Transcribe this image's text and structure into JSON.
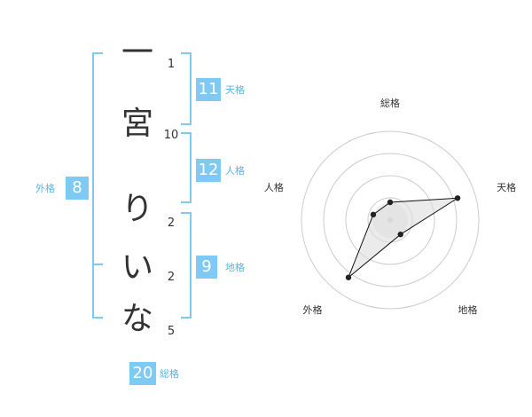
{
  "name": {
    "chars": [
      {
        "char": "一",
        "strokes": "1"
      },
      {
        "char": "宮",
        "strokes": "10"
      },
      {
        "char": "り",
        "strokes": "2"
      },
      {
        "char": "い",
        "strokes": "2"
      },
      {
        "char": "な",
        "strokes": "5"
      }
    ]
  },
  "fortune": {
    "tenkaku": {
      "value": "11",
      "label": "天格"
    },
    "jinkaku": {
      "value": "12",
      "label": "人格"
    },
    "chikaku": {
      "value": "9",
      "label": "地格"
    },
    "gaikaku": {
      "value": "8",
      "label": "外格"
    },
    "soukaku": {
      "value": "20",
      "label": "総格"
    }
  },
  "radar": {
    "axes": [
      "総格",
      "天格",
      "地格",
      "外格",
      "人格"
    ],
    "values": [
      1,
      4,
      1,
      4,
      1
    ],
    "max": 5,
    "colors": {
      "rings": "#cccccc",
      "fill": "#dddddd",
      "line": "#111111",
      "center": "#cccccc"
    }
  },
  "colors": {
    "accent": "#7fcaf4",
    "label": "#59b4e8",
    "bracket": "#7fcaf4"
  }
}
